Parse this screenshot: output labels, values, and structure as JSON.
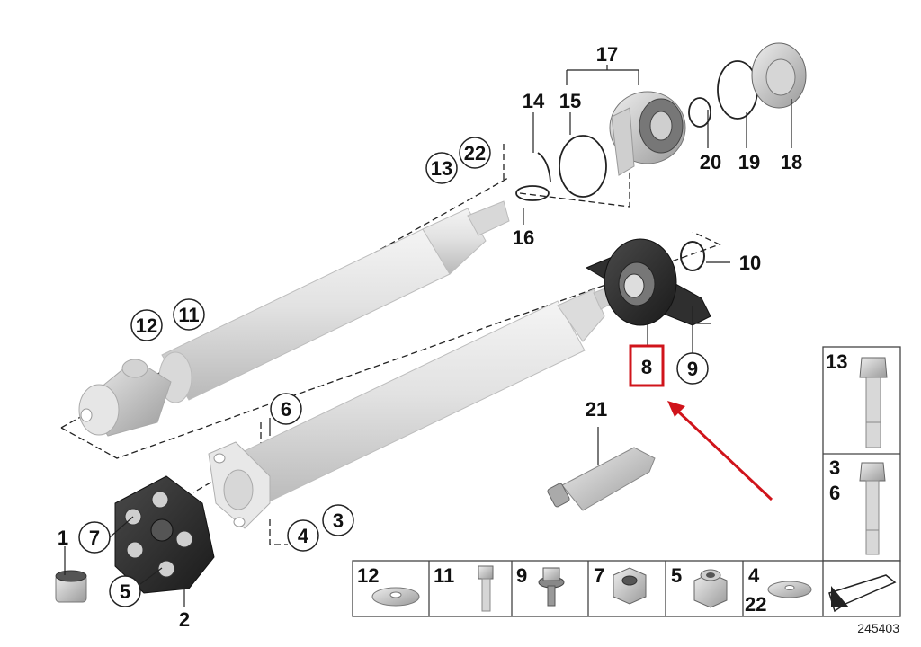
{
  "diagram": {
    "reference": "245403",
    "highlight_color": "#d0141b",
    "callouts": {
      "p1": "1",
      "p2": "2",
      "p3": "3",
      "p4": "4",
      "p5": "5",
      "p6": "6",
      "p7": "7",
      "p8": "8",
      "p9": "9",
      "p10": "10",
      "p11": "11",
      "p12": "12",
      "p13": "13",
      "p14": "14",
      "p15": "15",
      "p16": "16",
      "p17": "17",
      "p18": "18",
      "p19": "19",
      "p20": "20",
      "p21": "21",
      "p22": "22"
    },
    "side_panel": {
      "bolt_a": "13",
      "bolt_b_line1": "3",
      "bolt_b_line2": "6"
    },
    "bottom_row": [
      {
        "label": "12",
        "icon": "washer-icon"
      },
      {
        "label": "11",
        "icon": "bolt-icon"
      },
      {
        "label": "9",
        "icon": "flange-bolt-icon"
      },
      {
        "label": "7",
        "icon": "collar-nut-icon"
      },
      {
        "label": "5",
        "icon": "lock-nut-icon"
      },
      {
        "label": "4",
        "label2": "22",
        "icon": "washer-icon"
      }
    ]
  }
}
